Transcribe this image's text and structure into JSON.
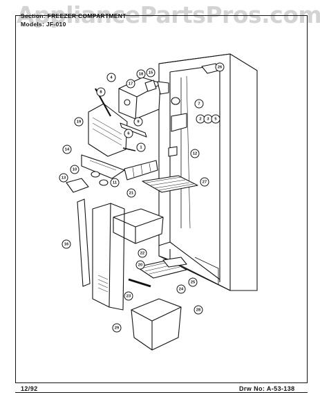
{
  "header": {
    "section_line": "Section: FREEZER COMPARTMENT",
    "model_line": "Models: JF-010"
  },
  "watermark": "AppliancePartsPros.com",
  "footer": {
    "date": "12/92",
    "drawing_no": "Drw No: A-53-138"
  },
  "callouts": [
    "4",
    "8",
    "18",
    "17",
    "15",
    "26",
    "7",
    "2",
    "3",
    "5",
    "9",
    "19",
    "6",
    "1",
    "14",
    "12",
    "10",
    "11",
    "13",
    "21",
    "27",
    "22",
    "16",
    "20",
    "25",
    "23",
    "24",
    "28",
    "29"
  ],
  "colors": {
    "line": "#111111",
    "paper": "#ffffff",
    "watermark": "#9a9a9a"
  }
}
